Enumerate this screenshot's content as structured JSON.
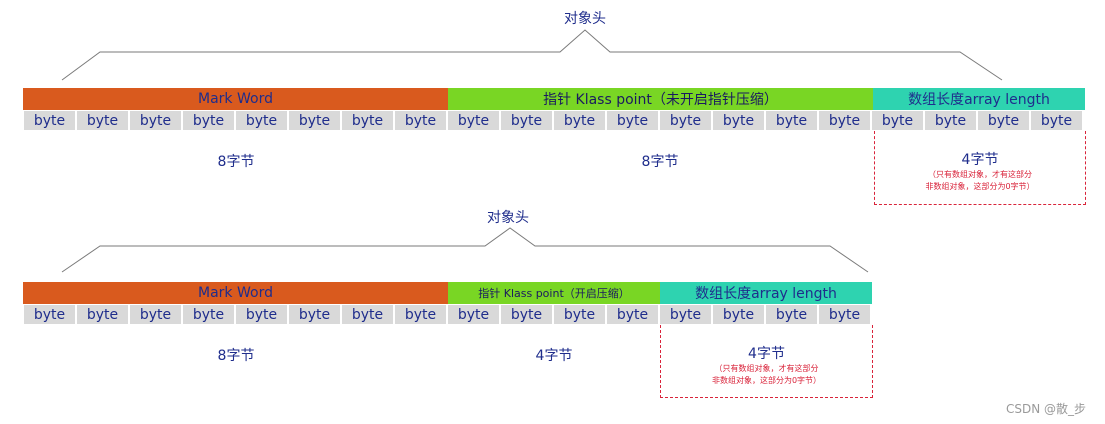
{
  "diagrams": [
    {
      "title": "对象头",
      "mark_word": "Mark Word",
      "klass": "指针 Klass point（未开启指针压缩）",
      "array_length": "数组长度array length",
      "bytes": [
        "byte",
        "byte",
        "byte",
        "byte",
        "byte",
        "byte",
        "byte",
        "byte",
        "byte",
        "byte",
        "byte",
        "byte",
        "byte",
        "byte",
        "byte",
        "byte",
        "byte",
        "byte",
        "byte",
        "byte"
      ],
      "mark_size": "8字节",
      "klass_size": "8字节",
      "length_size": "4字节",
      "note_line1": "（只有数组对象，才有这部分",
      "note_line2": "非数组对象，这部分为0字节）"
    },
    {
      "title": "对象头",
      "mark_word": "Mark Word",
      "klass": "指针 Klass point（开启压缩）",
      "array_length": "数组长度array length",
      "bytes": [
        "byte",
        "byte",
        "byte",
        "byte",
        "byte",
        "byte",
        "byte",
        "byte",
        "byte",
        "byte",
        "byte",
        "byte",
        "byte",
        "byte",
        "byte",
        "byte"
      ],
      "mark_size": "8字节",
      "klass_size": "4字节",
      "length_size": "4字节",
      "note_line1": "（只有数组对象，才有这部分",
      "note_line2": "非数组对象，这部分为0字节）"
    }
  ],
  "watermark": "CSDN @散_步"
}
